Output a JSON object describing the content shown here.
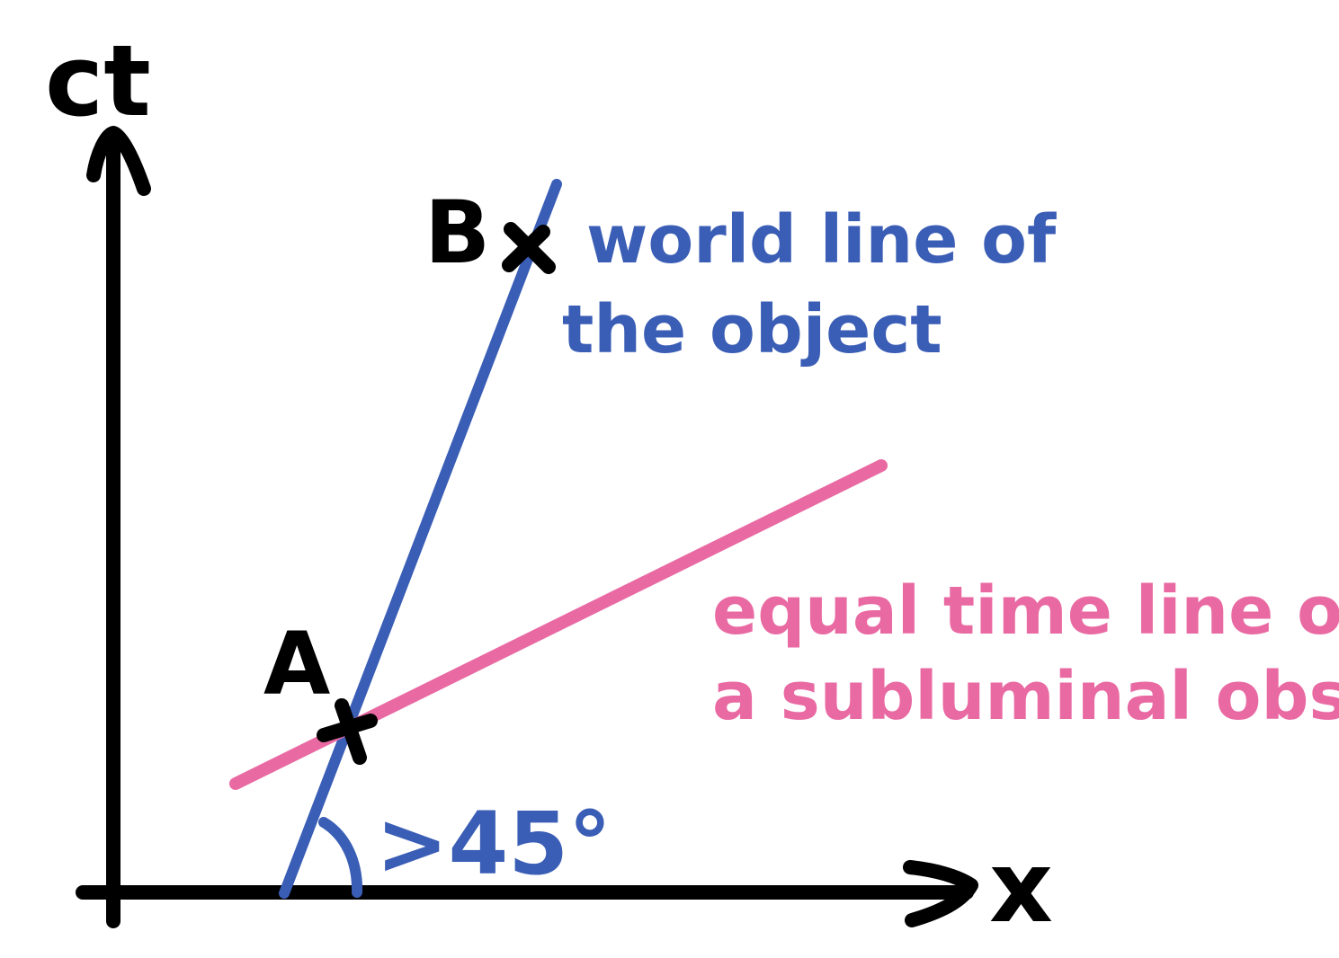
{
  "axes": {
    "vertical_label": "ct",
    "horizontal_label": "x"
  },
  "points": {
    "a_label": "A",
    "b_label": "B"
  },
  "world_line": {
    "line1": "world line of",
    "line2": "the object"
  },
  "equal_time_line": {
    "line1": "equal time line of",
    "line2": "a subluminal observer"
  },
  "angle_label": ">45°",
  "colors": {
    "axes": "#000000",
    "world_line": "#3a5db5",
    "equal_time_line": "#e96aa3",
    "markers": "#000000"
  }
}
